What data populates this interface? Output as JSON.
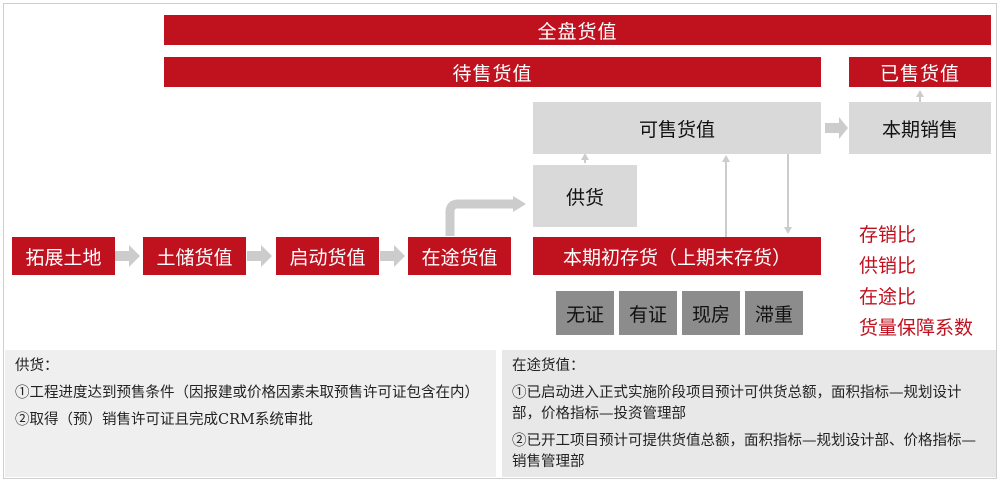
{
  "colors": {
    "accent": "#c0111f",
    "light_box": "#d9d9d9",
    "dark_box": "#8c8c8c",
    "arrow": "#cccccc"
  },
  "top_bars": {
    "total_value": "全盘货值",
    "for_sale_value": "待售货值",
    "sold_value": "已售货值"
  },
  "boxes": {
    "saleable_value": "可售货值",
    "period_sales": "本期销售",
    "supply": "供货"
  },
  "chain": [
    "拓展土地",
    "土储货值",
    "启动货值",
    "在途货值"
  ],
  "inventory": "本期初存货（上期末存货）",
  "inventory_categories": [
    "无证",
    "有证",
    "现房",
    "滞重"
  ],
  "ratios": [
    "存销比",
    "供销比",
    "在途比",
    "货量保障系数"
  ],
  "notes": {
    "supply": {
      "title": "供货：",
      "item1": "①工程进度达到预售条件（因报建或价格因素未取预售许可证包含在内）",
      "item2": "②取得（预）销售许可证且完成CRM系统审批"
    },
    "in_transit": {
      "title": "在途货值：",
      "item1": "①已启动进入正式实施阶段项目预计可供货总额，面积指标—规划设计部，价格指标—投资管理部",
      "item2": "②已开工项目预计可提供货值总额，面积指标—规划设计部、价格指标—销售管理部"
    }
  }
}
